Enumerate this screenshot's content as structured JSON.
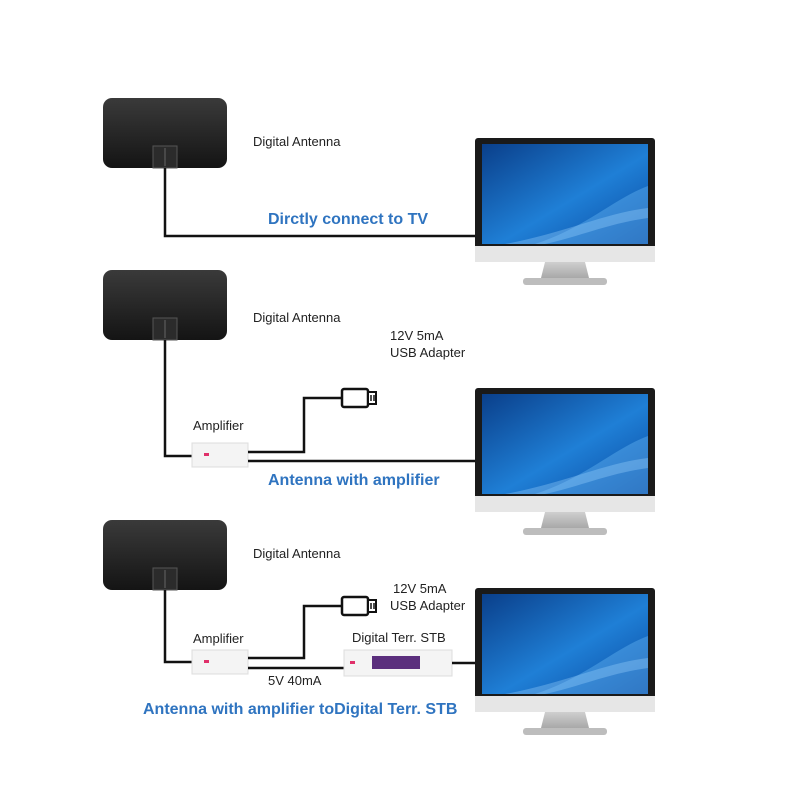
{
  "colors": {
    "caption": "#2f74c0",
    "cable": "#111111",
    "antenna": "#1e1e1e",
    "stb_display": "#5b2f7d",
    "led": "#e0306a"
  },
  "icons": [
    "antenna-panel-icon",
    "monitor-icon",
    "usb-plug-icon",
    "amplifier-box-icon",
    "set-top-box-icon"
  ],
  "row1": {
    "antenna_label": "Digital Antenna",
    "caption": "Dirctly connect to TV"
  },
  "row2": {
    "antenna_label": "Digital Antenna",
    "adapter_line1": "12V 5mA",
    "adapter_line2": "USB Adapter",
    "amplifier_label": "Amplifier",
    "caption": "Antenna with amplifier"
  },
  "row3": {
    "antenna_label": "Digital Antenna",
    "adapter_line1": "12V 5mA",
    "adapter_line2": "USB Adapter",
    "amplifier_label": "Amplifier",
    "stb_label": "Digital Terr. STB",
    "power_label": "5V 40mA",
    "caption": "Antenna with amplifier toDigital Terr. STB"
  }
}
